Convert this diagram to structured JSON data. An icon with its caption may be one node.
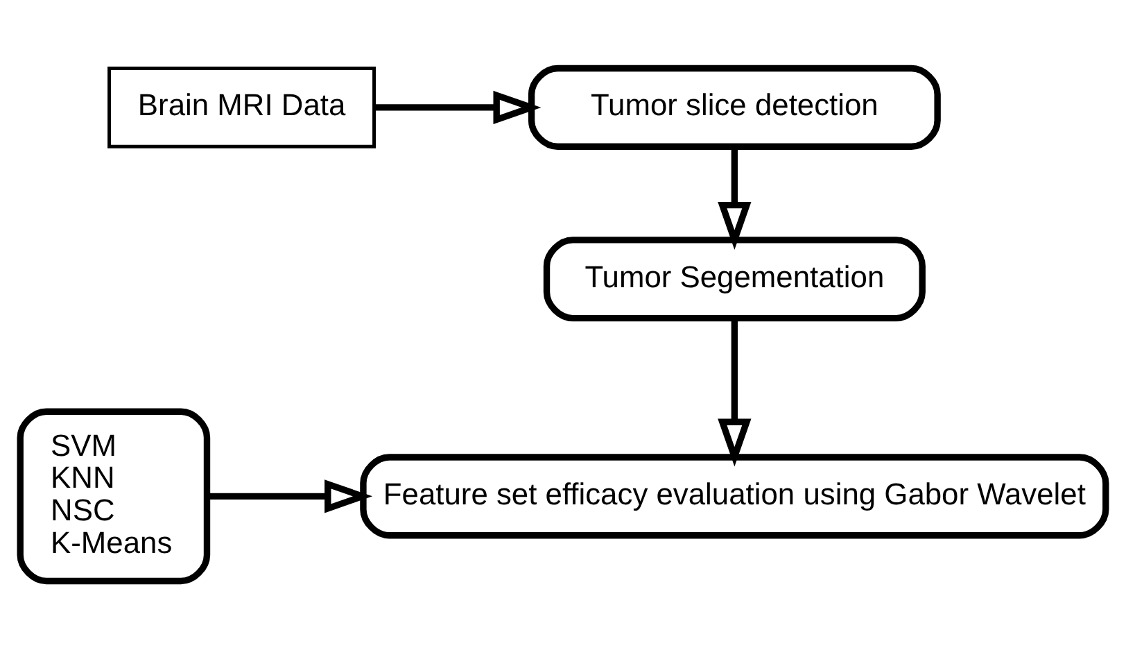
{
  "diagram": {
    "nodes": [
      {
        "text": [
          "Brain MRI Data"
        ]
      },
      {
        "text": [
          "Tumor slice detection"
        ]
      },
      {
        "text": [
          "Tumor Segementation"
        ]
      },
      {
        "text": [
          "Feature set efficacy evaluation using Gabor Wavelet"
        ]
      },
      {
        "text": [
          "SVM",
          "KNN",
          "NSC",
          "K-Means"
        ]
      }
    ],
    "edges": [
      {
        "from": 0,
        "to": 1,
        "arrow": "to"
      },
      {
        "from": 1,
        "to": 2,
        "arrow": "to"
      },
      {
        "from": 2,
        "to": 3,
        "arrow": "to"
      },
      {
        "from": 4,
        "to": 3,
        "arrow": "to"
      }
    ]
  }
}
